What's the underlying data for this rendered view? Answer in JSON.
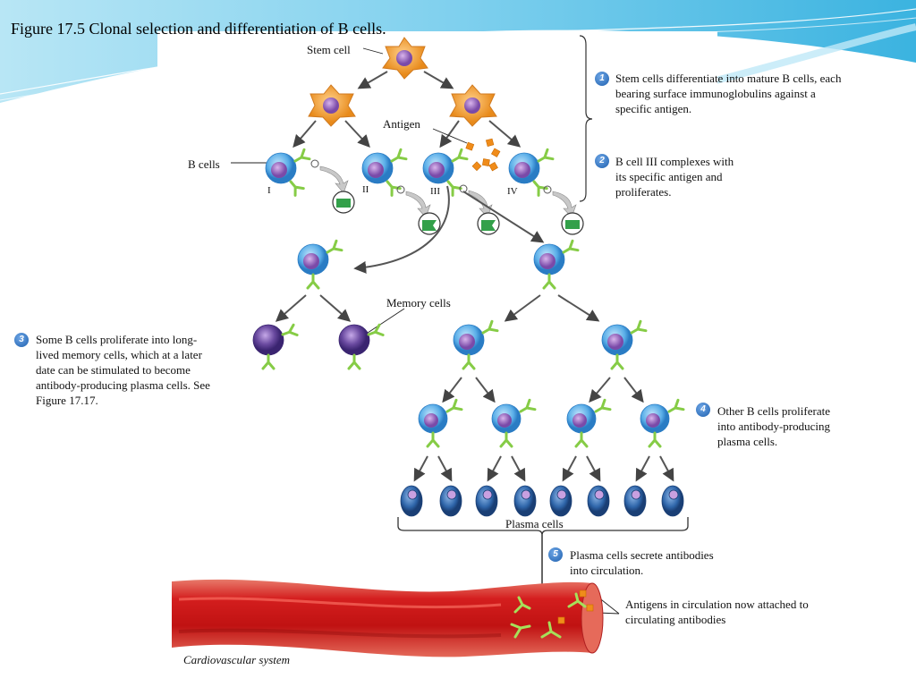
{
  "title": "Figure 17.5 Clonal selection and differentiation of B cells.",
  "labels": {
    "stem_cell": "Stem cell",
    "antigen": "Antigen",
    "b_cells": "B cells",
    "roman_1": "I",
    "roman_2": "II",
    "roman_3": "III",
    "roman_4": "IV",
    "memory_cells": "Memory cells",
    "plasma_cells": "Plasma cells",
    "cardiovascular": "Cardiovascular system",
    "antigens_circulation": "Antigens in circulation now attached to\ncirculating antibodies"
  },
  "steps": [
    {
      "num": "1",
      "text": "Stem cells differentiate into mature B cells, each\nbearing surface immunoglobulins against a\nspecific antigen."
    },
    {
      "num": "2",
      "text": "B cell III complexes with\nits specific antigen and\nproliferates."
    },
    {
      "num": "3",
      "text": "Some B cells proliferate into long-\nlived memory cells, which at a later\ndate can be stimulated to become\nantibody-producing plasma cells. See\nFigure 17.17."
    },
    {
      "num": "4",
      "text": "Other B cells proliferate\ninto antibody-producing\nplasma cells."
    },
    {
      "num": "5",
      "text": "Plasma cells secrete antibodies\ninto circulation."
    }
  ],
  "colors": {
    "stem_cell": "#f0a040",
    "b_cell": "#5aaee8",
    "nucleus": "#8a5ab0",
    "memory_cell": "#5a3a8a",
    "plasma_cell": "#2a5c9a",
    "antibody": "#8ccf4a",
    "antigen": "#f08c1a",
    "blood_vessel": "#cc1a1a",
    "arrow": "#555555",
    "badge": "#2a6bbf"
  }
}
